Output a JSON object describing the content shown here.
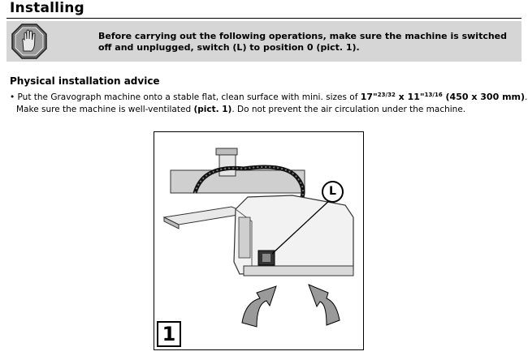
{
  "page": {
    "title": "Installing"
  },
  "warning": {
    "icon": "hand-stop-icon",
    "text": "Before carrying out the following operations, make sure the machine is switched off and unplugged, switch (L) to position 0 (pict. 1)."
  },
  "section": {
    "title": "Physical installation advice",
    "bullet_prefix": "• Put the Gravograph machine onto a stable flat, clean surface with mini. sizes of ",
    "size_in_1": "17\"",
    "size_in_1_frac": "23/32",
    "size_x": " x ",
    "size_in_2": "11\"",
    "size_in_2_frac": "13/16",
    "size_mm": " (450 x 300 mm)",
    "bullet_suffix": ".",
    "line2_prefix": "Make sure the machine is well-ventilated ",
    "line2_pict": "(pict. 1)",
    "line2_suffix": ". Do not prevent the air circulation under the machine."
  },
  "figure": {
    "number": "1",
    "callout": "L"
  }
}
